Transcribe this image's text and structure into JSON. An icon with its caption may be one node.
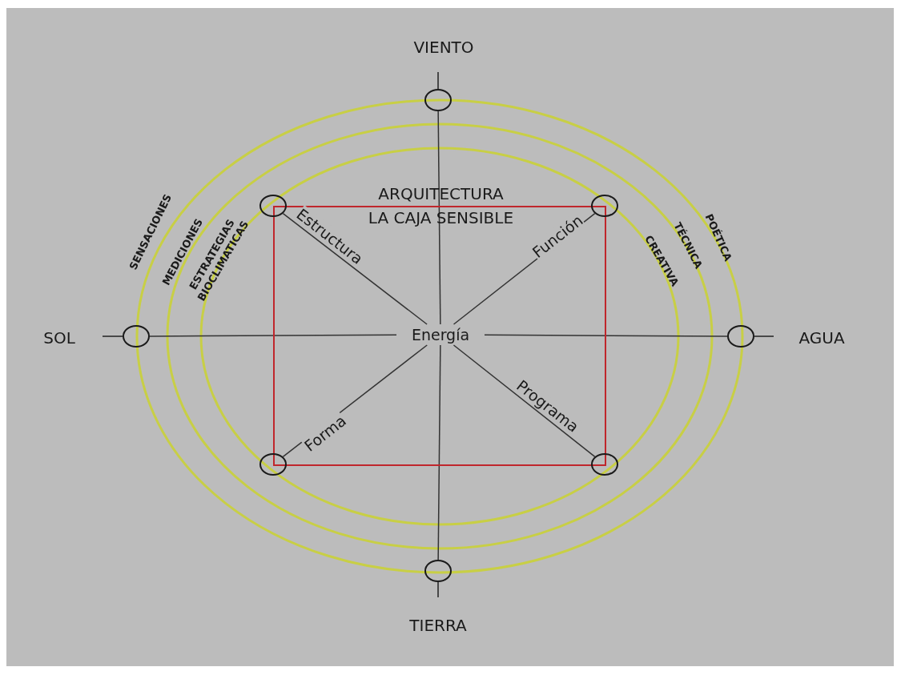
{
  "diagram": {
    "nodes": [
      {
        "text": [],
        "shape": "circle",
        "beside": [
          "VIENTO"
        ]
      },
      {
        "text": [
          "ARQUITECTURA LA CAJA SENSIBLE"
        ]
      },
      {
        "text": [],
        "shape": "circle"
      },
      {
        "text": [],
        "shape": "circle"
      },
      {
        "text": [],
        "shape": "circle",
        "beside": [
          "SOL"
        ]
      },
      {
        "text": [
          "Energía"
        ],
        "in": 1
      },
      {
        "text": [],
        "shape": "circle",
        "beside": [
          "AGUA"
        ]
      },
      {
        "text": [],
        "shape": "circle"
      },
      {
        "text": [],
        "shape": "circle"
      },
      {
        "text": [],
        "shape": "circle",
        "beside": [
          "TIERRA"
        ]
      }
    ],
    "edges": [
      {
        "from": 2,
        "to": 5,
        "arrow": "none",
        "label": "Estructura"
      },
      {
        "from": 3,
        "to": 5,
        "arrow": "none",
        "label": "Función"
      },
      {
        "from": 7,
        "to": 5,
        "arrow": "none",
        "label": "Forma"
      },
      {
        "from": 8,
        "to": 5,
        "arrow": "none",
        "label": "Programa"
      },
      {
        "from": 0,
        "to": 5,
        "arrow": "none"
      },
      {
        "from": 4,
        "to": 5,
        "arrow": "none"
      },
      {
        "from": 6,
        "to": 5,
        "arrow": "none"
      },
      {
        "from": 9,
        "to": 5,
        "arrow": "none"
      }
    ],
    "labels": [
      "SENSACIONES",
      "MEDICIONES",
      "ESTRATEGIAS BIOCLIMATICAS",
      "CREATIVA",
      "TÉCNICA",
      "POÉTICA"
    ]
  }
}
